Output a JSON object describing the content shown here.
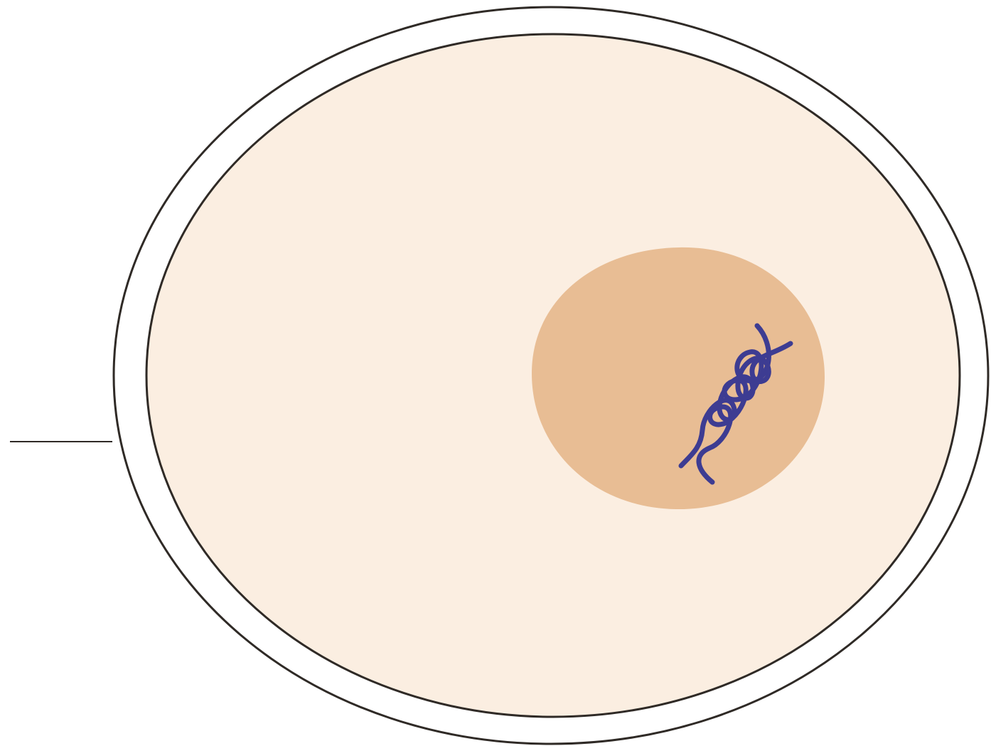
{
  "diagram": {
    "colors": {
      "background": "#ffffff",
      "cell_wall_fill": "#ffffff",
      "outline": "#2f2a26",
      "cytoplasm": "#fbeee1",
      "nucleus": "#e8bd94",
      "dna": "#3d3c92"
    },
    "parts": [
      {
        "name": "cell-wall",
        "icon": "outer-ellipse"
      },
      {
        "name": "cell-membrane",
        "icon": "inner-ellipse"
      },
      {
        "name": "cytoplasm",
        "icon": "fill"
      },
      {
        "name": "nucleus",
        "icon": "circle"
      },
      {
        "name": "dna",
        "icon": "double-helix"
      },
      {
        "name": "label-pointer",
        "icon": "line"
      }
    ]
  }
}
